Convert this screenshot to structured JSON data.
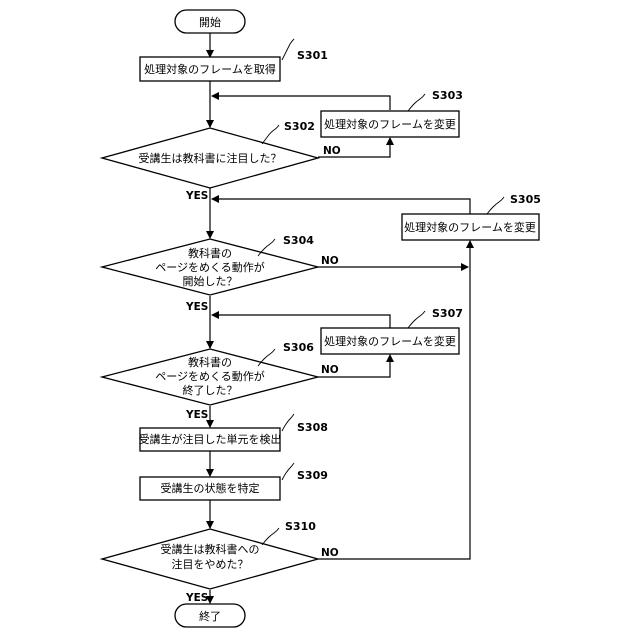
{
  "flowchart": {
    "start": "開始",
    "end": "終了",
    "labels": {
      "yes": "YES",
      "no": "NO"
    },
    "steps": {
      "s301": {
        "id": "S301",
        "text": "処理対象のフレームを取得"
      },
      "s302": {
        "id": "S302",
        "text": "受講生は教科書に注目した？"
      },
      "s303": {
        "id": "S303",
        "text": "処理対象のフレームを変更"
      },
      "s304": {
        "id": "S304",
        "lines": [
          "教科書の",
          "ページをめくる動作が",
          "開始した？"
        ]
      },
      "s305": {
        "id": "S305",
        "text": "処理対象のフレームを変更"
      },
      "s306": {
        "id": "S306",
        "lines": [
          "教科書の",
          "ページをめくる動作が",
          "終了した？"
        ]
      },
      "s307": {
        "id": "S307",
        "text": "処理対象のフレームを変更"
      },
      "s308": {
        "id": "S308",
        "text": "受講生が注目した単元を検出"
      },
      "s309": {
        "id": "S309",
        "text": "受講生の状態を特定"
      },
      "s310": {
        "id": "S310",
        "lines": [
          "受講生は教科書への",
          "注目をやめた？"
        ]
      }
    }
  }
}
